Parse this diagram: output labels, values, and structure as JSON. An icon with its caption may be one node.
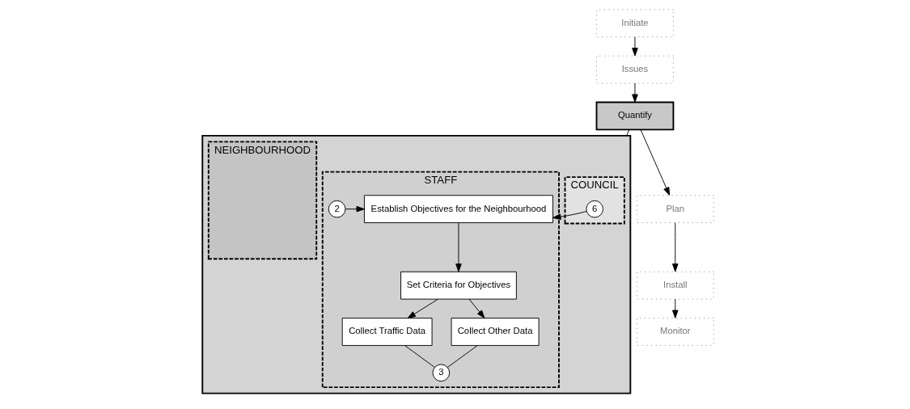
{
  "diagram": {
    "nodes": [
      {
        "text": [
          "Initiate"
        ]
      },
      {
        "text": [
          "Issues"
        ]
      },
      {
        "text": [
          "Quantify"
        ]
      },
      {
        "text": [
          "Plan"
        ]
      },
      {
        "text": [
          "Install"
        ]
      },
      {
        "text": [
          "Monitor"
        ]
      },
      {
        "text": [],
        "shape": "box"
      },
      {
        "text": [
          "COUNCIL"
        ],
        "in": 6
      },
      {
        "text": [
          "STAFF"
        ],
        "in": 6
      },
      {
        "text": [
          "NEIGHBOURHOOD"
        ],
        "in": 6
      },
      {
        "text": [
          "6"
        ],
        "in": 7
      },
      {
        "text": [
          "Establish Objectives for the Neighbourhood"
        ],
        "in": 8
      },
      {
        "text": [
          "2"
        ],
        "in": 8
      },
      {
        "text": [
          "Set Criteria for Objectives"
        ],
        "in": 8
      },
      {
        "text": [
          "Collect Traffic Data"
        ],
        "in": 8
      },
      {
        "text": [
          "Collect Other Data"
        ],
        "in": 8
      },
      {
        "text": [
          "3"
        ],
        "in": 8
      }
    ],
    "edges": [
      {
        "from": 0,
        "to": 1,
        "arrow": "to"
      },
      {
        "from": 1,
        "to": 2,
        "arrow": "to"
      },
      {
        "from": 2,
        "to": 3,
        "arrow": "to"
      },
      {
        "from": 3,
        "to": 4,
        "arrow": "to"
      },
      {
        "from": 4,
        "to": 5,
        "arrow": "to"
      },
      {
        "from": 2,
        "to": 6,
        "arrow": "none"
      },
      {
        "from": 10,
        "to": 11,
        "arrow": "to"
      },
      {
        "from": 12,
        "to": 11,
        "arrow": "to"
      },
      {
        "from": 11,
        "to": 13,
        "arrow": "to"
      },
      {
        "from": 13,
        "to": 14,
        "arrow": "to"
      },
      {
        "from": 13,
        "to": 15,
        "arrow": "to"
      },
      {
        "from": 14,
        "to": 16,
        "arrow": "none"
      },
      {
        "from": 15,
        "to": 16,
        "arrow": "none"
      }
    ]
  }
}
